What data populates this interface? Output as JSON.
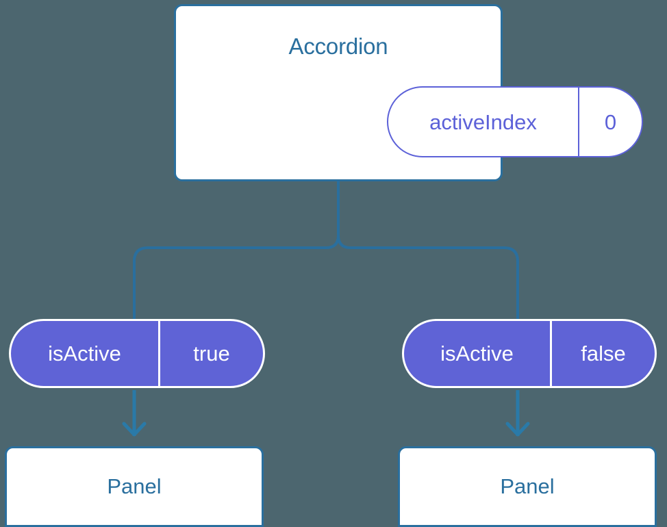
{
  "diagram": {
    "type": "component-state-tree",
    "background_color": "#4c666f",
    "accent_blue": "#2a6f9e",
    "accent_purple": "#5f63d6",
    "pill_outline_purple": "#5c61d8",
    "card_fill": "#ffffff"
  },
  "root": {
    "title": "Accordion",
    "state": {
      "key": "activeIndex",
      "value": "0"
    }
  },
  "children": [
    {
      "prop": {
        "key": "isActive",
        "value": "true"
      },
      "component": {
        "title": "Panel"
      }
    },
    {
      "prop": {
        "key": "isActive",
        "value": "false"
      },
      "component": {
        "title": "Panel"
      }
    }
  ],
  "connectors": {
    "fork_stroke": "#2a6f9e",
    "arrow_stroke": "#2a7aa8",
    "fork_label": "parent-to-children-fork",
    "arrow_left_label": "prop-flows-to-panel",
    "arrow_right_label": "prop-flows-to-panel"
  }
}
